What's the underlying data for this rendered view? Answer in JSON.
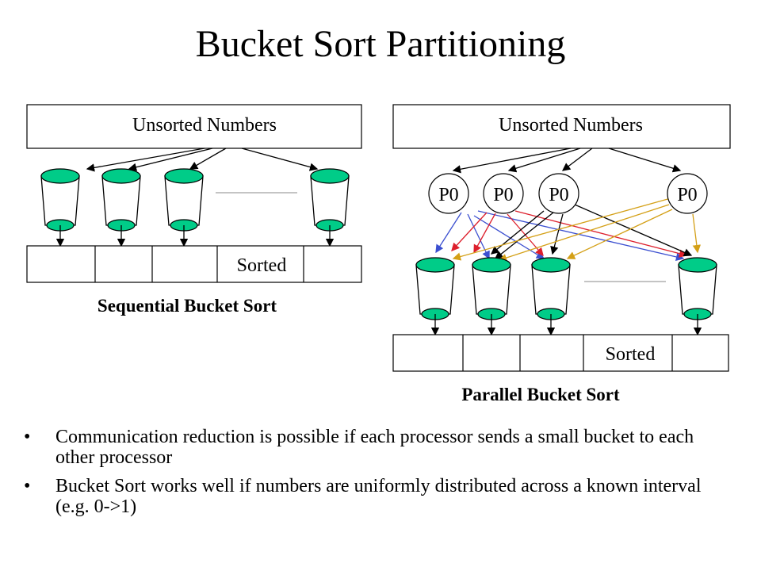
{
  "slide": {
    "title": "Bucket Sort Partitioning",
    "sequential": {
      "input_label": "Unsorted Numbers",
      "output_label": "Sorted",
      "caption": "Sequential Bucket Sort"
    },
    "parallel": {
      "input_label": "Unsorted Numbers",
      "processor_labels": [
        "P0",
        "P0",
        "P0",
        "P0"
      ],
      "output_label": "Sorted",
      "caption": "Parallel Bucket Sort"
    },
    "bullets": [
      "Communication reduction is possible if each processor sends a small bucket to each other processor",
      "Bucket Sort works well if numbers are uniformly distributed across a known interval (e.g. 0->1)"
    ],
    "bullet_glyph": "•",
    "colors": {
      "bucket_fill": "#00cc88",
      "arrow_p1": "#3b4fd0",
      "arrow_p2": "#dd1f2c",
      "arrow_p3": "#000000",
      "arrow_p4": "#d4a017"
    }
  }
}
